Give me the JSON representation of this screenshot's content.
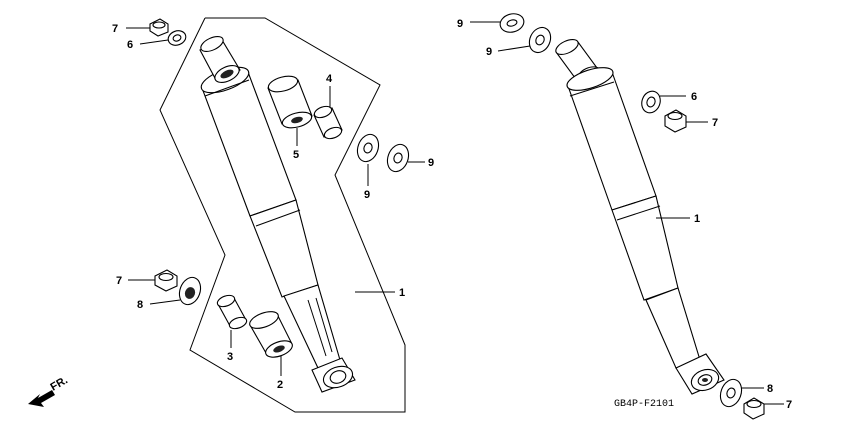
{
  "diagram": {
    "left_callouts": {
      "c7_top": "7",
      "c6": "6",
      "c4": "4",
      "c5": "5",
      "c9_a": "9",
      "c9_b": "9",
      "c1": "1",
      "c7_bottom": "7",
      "c8": "8",
      "c3": "3",
      "c2": "2"
    },
    "right_callouts": {
      "c9_top": "9",
      "c9_second": "9",
      "c6": "6",
      "c7_mid": "7",
      "c1": "1",
      "c8": "8",
      "c7_bottom": "7"
    },
    "direction_label": "FR.",
    "drawing_code": "GB4P-F2101"
  }
}
